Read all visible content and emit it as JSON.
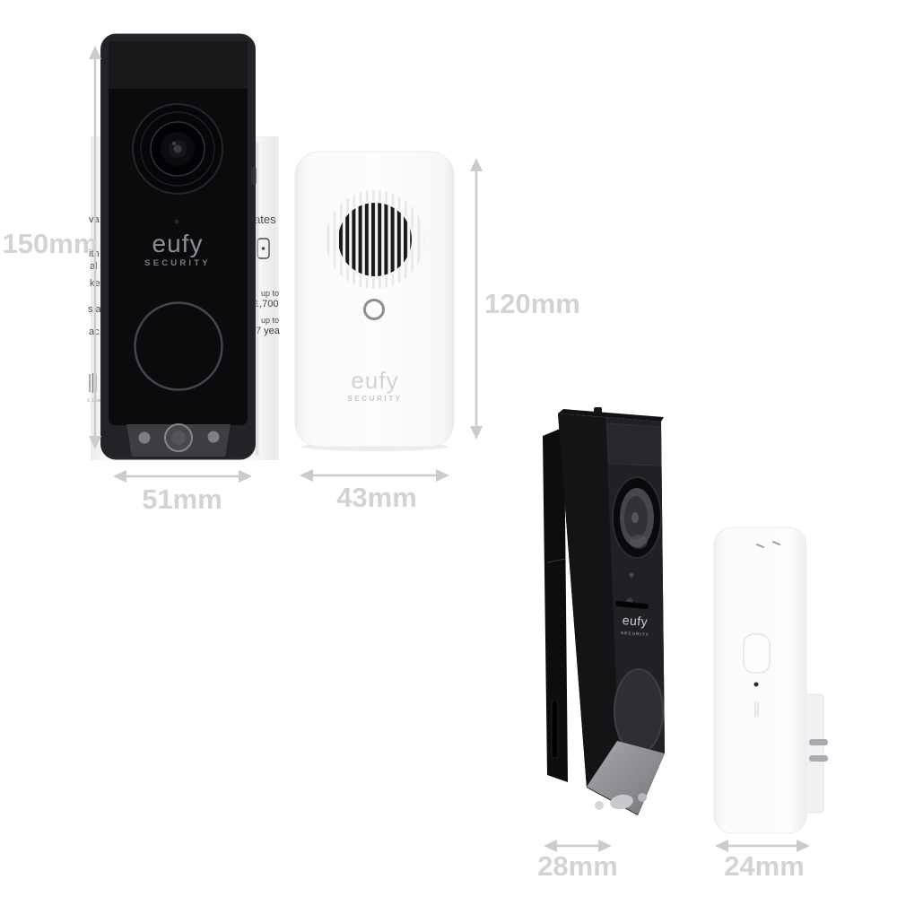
{
  "image_type": "product dimensions diagram",
  "colors": {
    "dimension_text": "#d3d3d3",
    "arrow": "#cbcbcb",
    "device_black": "#1a1a1e",
    "chime_white": "#fbfbfd"
  },
  "products": {
    "doorbell_front": {
      "name": "video-doorbell-front-view",
      "logo": "eufy",
      "logo_sub": "SECURITY",
      "height": "150mm",
      "width": "51mm"
    },
    "chime_front": {
      "name": "chime-front-view",
      "logo": "eufy",
      "logo_sub": "SECURITY",
      "height": "120mm",
      "width": "43mm"
    },
    "doorbell_side": {
      "name": "video-doorbell-side-view",
      "logo": "eufy",
      "logo_sub": "SECURITY",
      "depth": "28mm"
    },
    "chime_side": {
      "name": "chime-side-view",
      "depth": "24mm"
    }
  },
  "packaging": {
    "left_fragments": [
      "va",
      "ith",
      "al",
      "ke",
      "s a",
      "ac"
    ],
    "right_fragments": [
      "ates",
      "up to",
      "1,700",
      "up to",
      "7 yea"
    ],
    "footnote": "3, Ukra"
  }
}
